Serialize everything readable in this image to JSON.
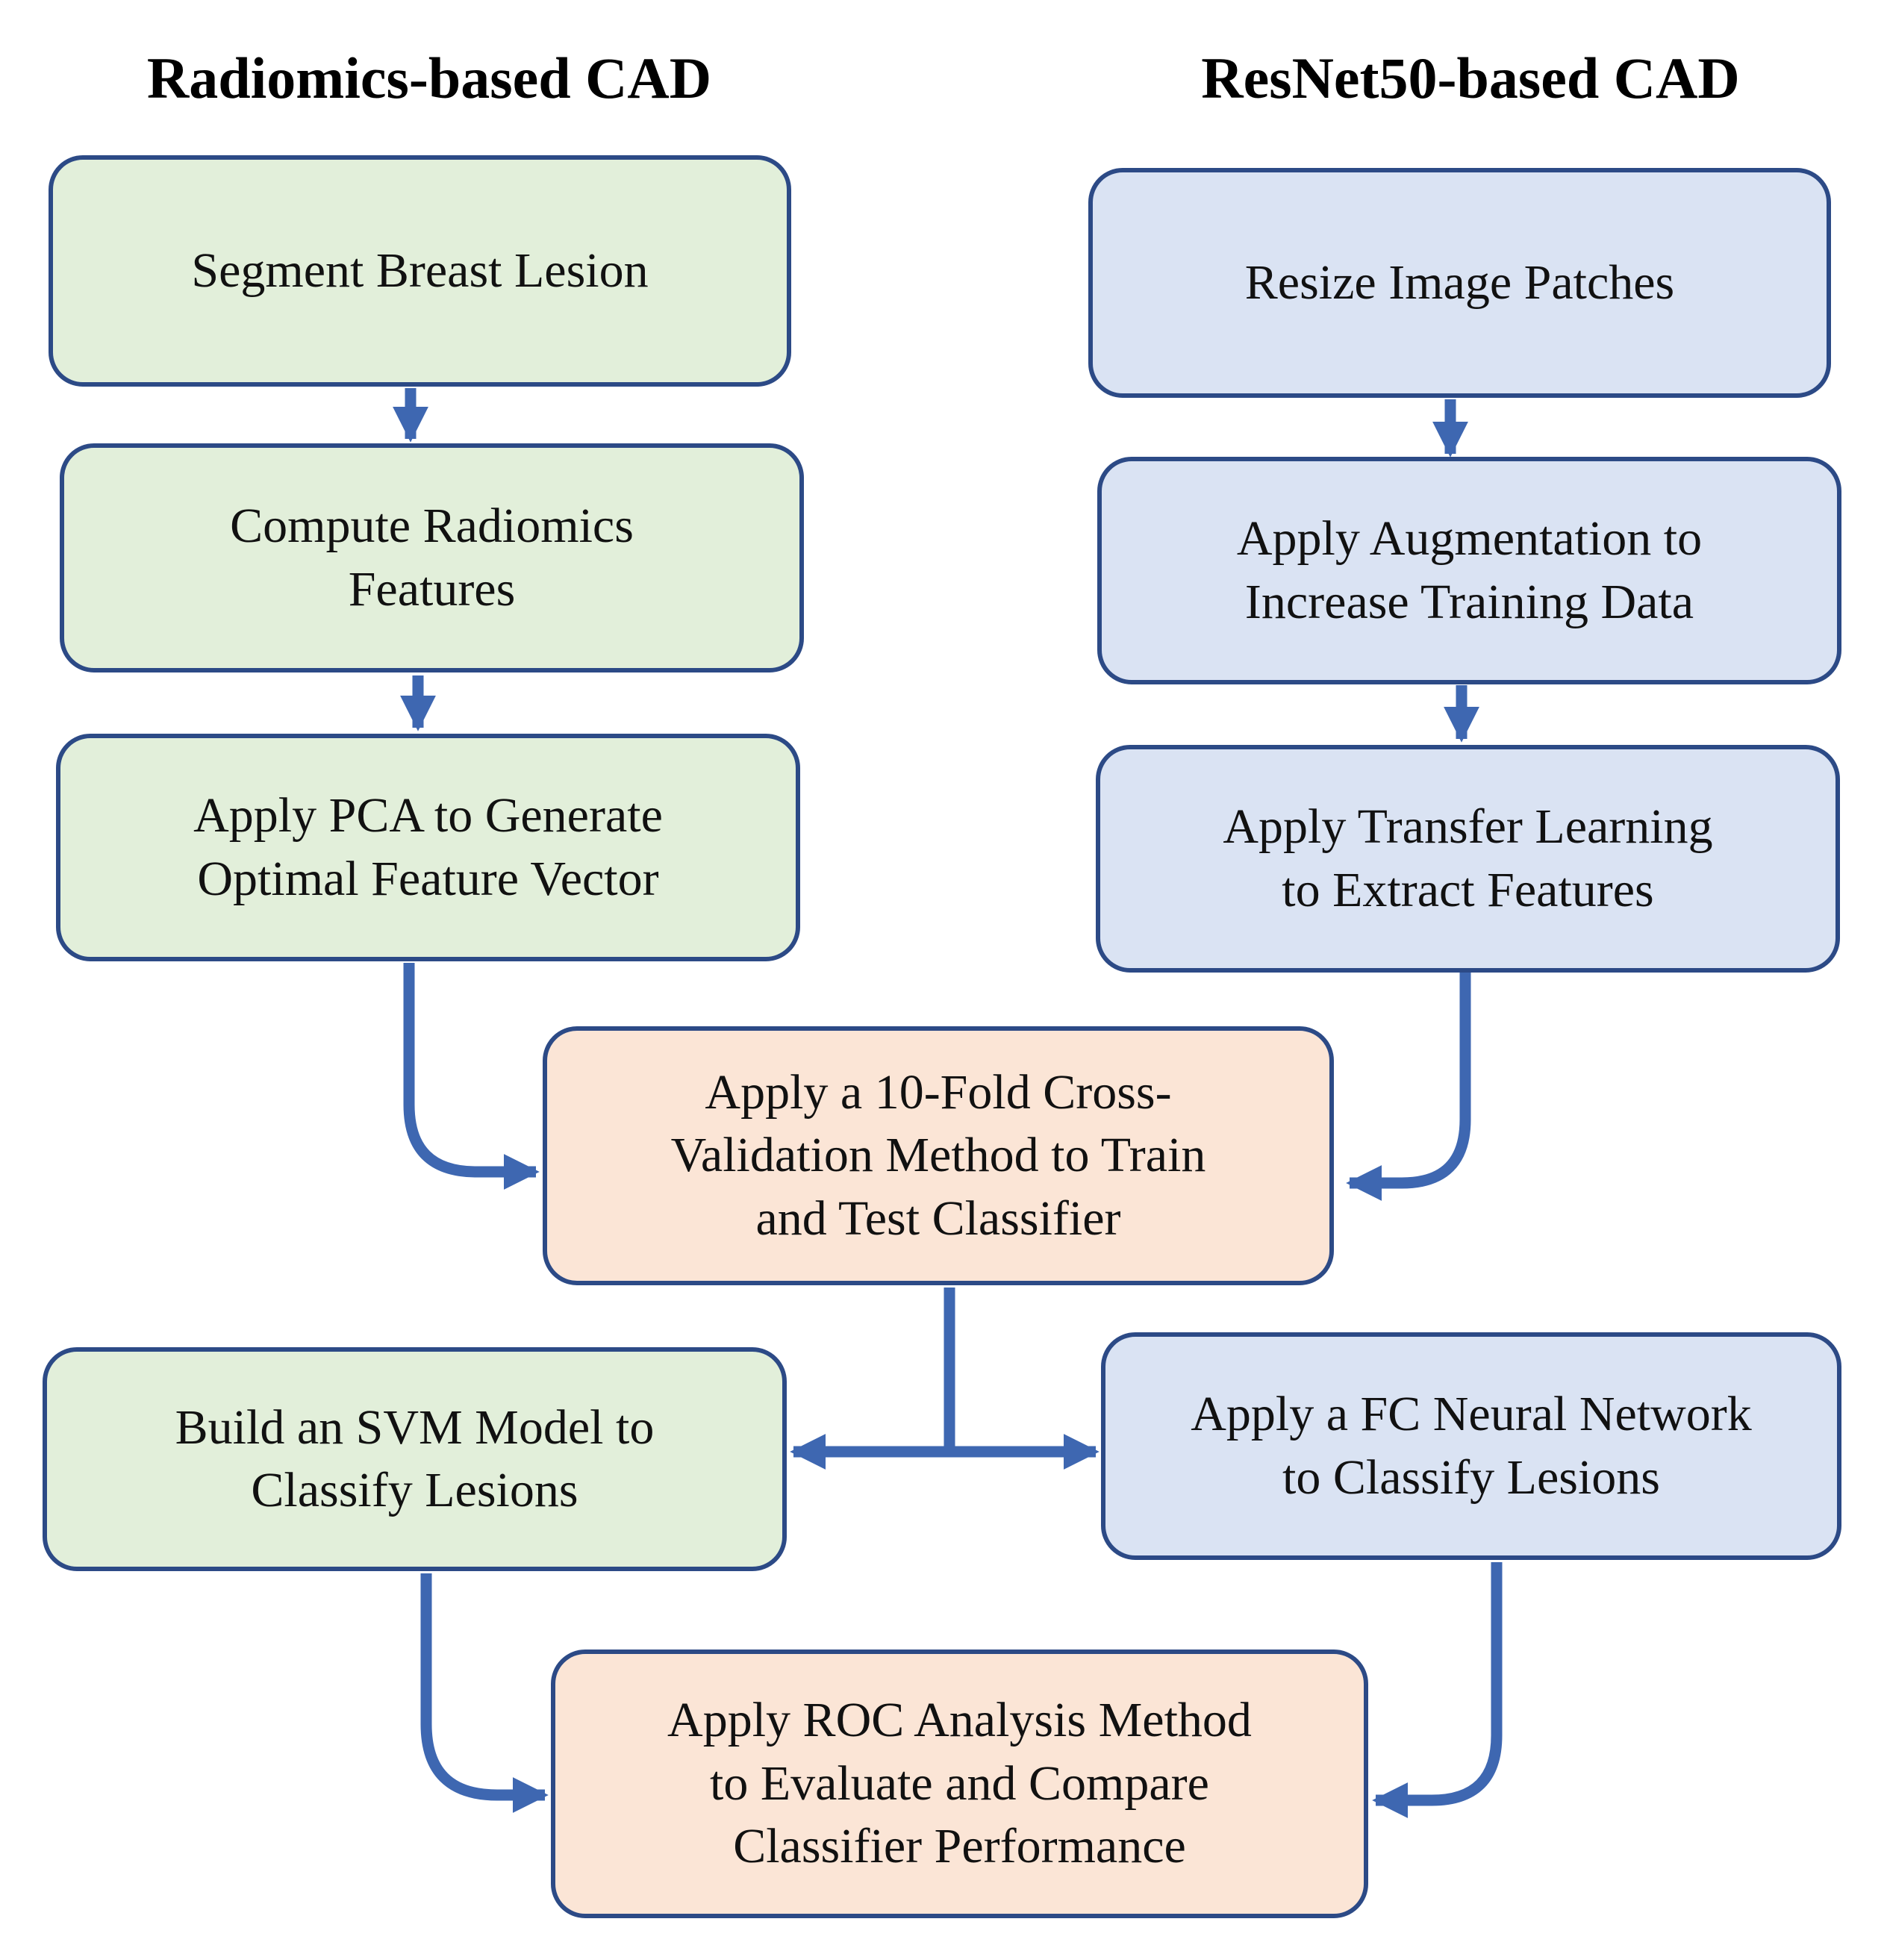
{
  "headings": {
    "left": "Radiomics-based CAD",
    "right": "ResNet50-based CAD"
  },
  "boxes": {
    "segment": "Segment Breast Lesion",
    "compute": "Compute Radiomics\nFeatures",
    "pca": "Apply PCA to Generate\nOptimal Feature Vector",
    "resize": "Resize Image Patches",
    "augment": "Apply Augmentation to\nIncrease Training Data",
    "transfer": "Apply Transfer Learning\nto Extract Features",
    "crossval": "Apply a 10-Fold Cross-\nValidation Method to Train\nand Test Classifier",
    "svm": "Build an SVM Model to\nClassify Lesions",
    "fc": "Apply a FC Neural Network\nto Classify Lesions",
    "roc": "Apply ROC Analysis Method\nto Evaluate and Compare\nClassifier Performance"
  },
  "colors": {
    "green_fill": "#e2efda",
    "blue_fill": "#dae3f3",
    "peach_fill": "#fbe5d6",
    "border": "#2c4a86",
    "arrow": "#3e67b1"
  }
}
